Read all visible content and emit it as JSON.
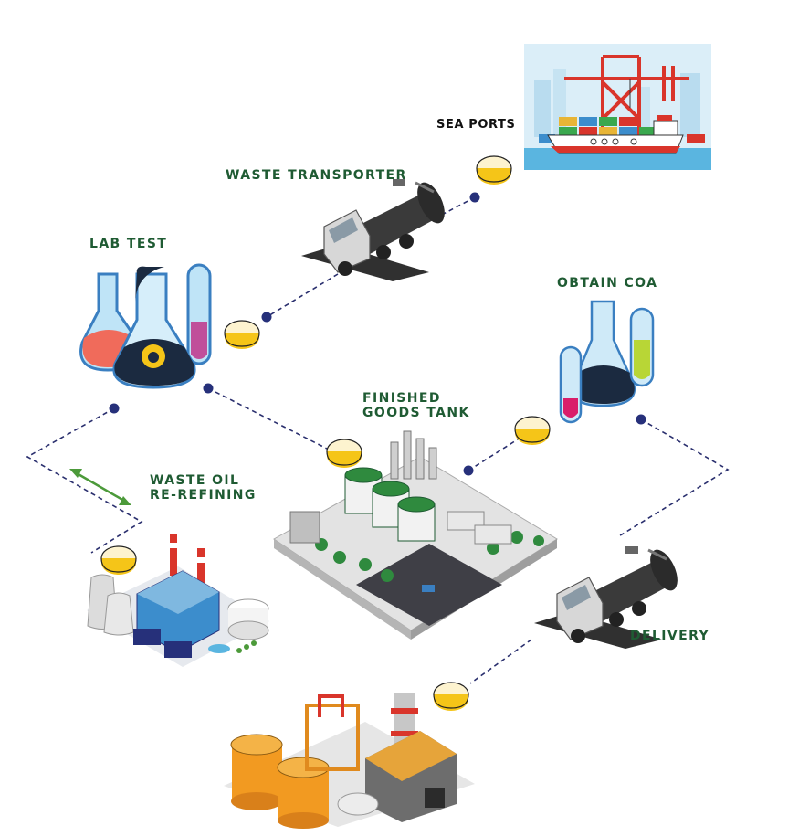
{
  "labels": {
    "sea_ports": "SEA PORTS",
    "waste_transporter": "WASTE TRANSPORTER",
    "lab_test": "LAB TEST",
    "obtain_coa": "OBTAIN COA",
    "finished_goods_line1": "FINISHED",
    "finished_goods_line2": "GOODS TANK",
    "waste_oil_line1": "WASTE OIL",
    "waste_oil_line2": "RE-REFINING",
    "delivery": "DELIVERY"
  },
  "colors": {
    "label_green": "#1f5b33",
    "path_dash": "#2a2f6e",
    "node_dot": "#26307a",
    "marker_yellow": "#f5c518",
    "arrow_green": "#4c9a3a",
    "sky_blue": "#dbeef8"
  },
  "icons": [
    "container-ship-icon",
    "tanker-truck-icon",
    "lab-flasks-icon",
    "coa-flasks-icon",
    "finished-goods-tank-icon",
    "re-refining-plant-icon",
    "delivery-truck-icon",
    "refinery-icon"
  ]
}
